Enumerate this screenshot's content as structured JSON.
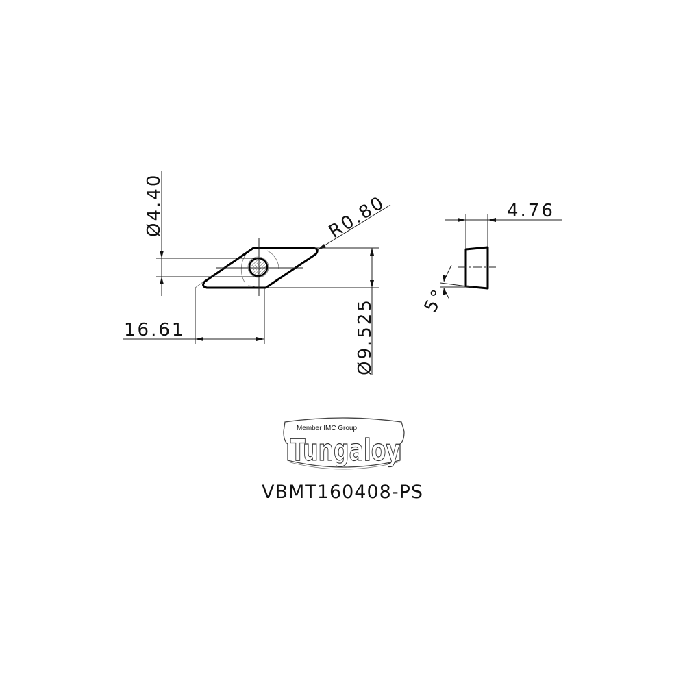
{
  "drawing": {
    "part_number": "VBMT160408-PS",
    "brand": {
      "name": "Tungaloy",
      "tagline": "Member IMC Group"
    },
    "dimensions": {
      "hole_diameter": "Ø4.40",
      "corner_radius": "R0.80",
      "inscribed_circle": "Ø9.525",
      "edge_length": "16.61",
      "thickness": "4.76",
      "clearance_angle": "5°"
    },
    "views": [
      "top-view",
      "side-view"
    ],
    "colors": {
      "line": "#000000",
      "background": "#ffffff"
    }
  }
}
